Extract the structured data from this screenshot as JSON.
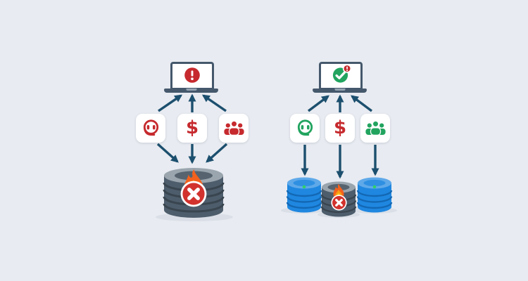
{
  "canvas": {
    "background": "#e8ebf1"
  },
  "palette": {
    "arrow_navy": "#1c4f6e",
    "slate": "#45586c",
    "alert_red": "#c62a2e",
    "ok_green": "#22a45f",
    "db_blue": "#1f87e0",
    "flame_orange": "#f4611d",
    "flame_yellow": "#fcc92c",
    "card_white": "#ffffff"
  },
  "left_panel": {
    "laptop": {
      "status_icon": "error-exclamation-icon",
      "glyph": "!",
      "color": "#c62a2e"
    },
    "service_icons": [
      {
        "icon": "headset-icon",
        "color": "#c62a2e"
      },
      {
        "icon": "dollar-icon",
        "glyph": "$",
        "color": "#c62a2e"
      },
      {
        "icon": "people-icon",
        "color": "#c62a2e"
      }
    ],
    "arrows": {
      "up": "converging-to-laptop",
      "down": "converging-to-database"
    },
    "databases": [
      {
        "variant": "dark",
        "status_icons": [
          "flame-icon",
          "x-circle-icon"
        ],
        "glyph": "✕"
      }
    ]
  },
  "right_panel": {
    "laptop": {
      "status_icon": "check-circle-icon",
      "glyph": "✓",
      "badge_icon": "alert-badge-icon",
      "badge_glyph": "!",
      "color": "#22a45f"
    },
    "service_icons": [
      {
        "icon": "headset-icon",
        "color": "#22a45f"
      },
      {
        "icon": "dollar-icon",
        "glyph": "$",
        "color": "#c62a2e"
      },
      {
        "icon": "people-icon",
        "color": "#22a45f"
      }
    ],
    "arrows": {
      "up": "converging-to-laptop",
      "down": "one-per-database"
    },
    "databases": [
      {
        "variant": "blue",
        "status_icons": [
          "green-dot"
        ]
      },
      {
        "variant": "dark",
        "status_icons": [
          "flame-icon",
          "x-circle-icon"
        ],
        "glyph": "✕"
      },
      {
        "variant": "blue",
        "status_icons": [
          "green-dot"
        ]
      }
    ]
  }
}
